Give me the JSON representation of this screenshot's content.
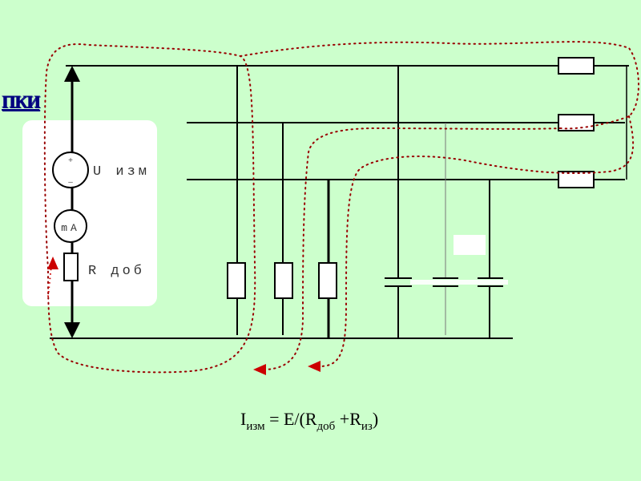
{
  "title": "ПКИ",
  "meter": {
    "voltmeter_label": "U изм",
    "voltmeter_plus": "+",
    "voltmeter_minus": "–",
    "ammeter_label": "mA",
    "resistor_label": "R доб"
  },
  "formula": {
    "i": "I",
    "i_sub": "изм",
    "eq": " = E/(R",
    "r1_sub": "доб",
    "plus": " +R",
    "r2_sub": "из",
    "close": ")"
  },
  "colors": {
    "background": "#ccffcc",
    "panel": "#ffffff",
    "current_path": "#990000",
    "arrow": "#cc0000",
    "title": "#000080"
  }
}
